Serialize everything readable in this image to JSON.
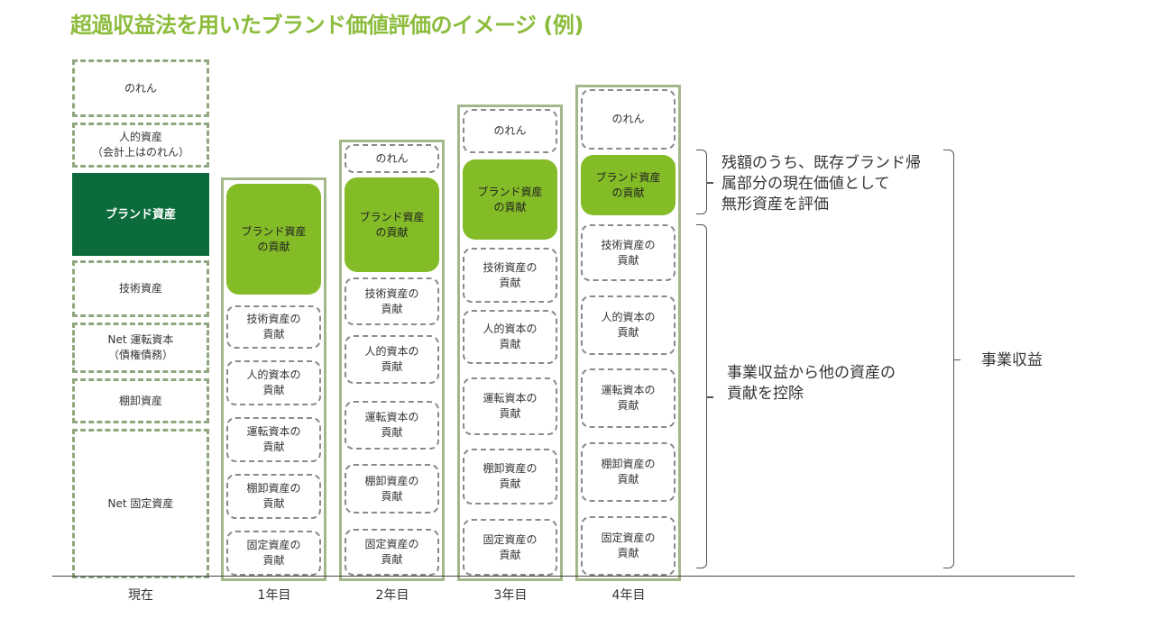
{
  "title": "超過収益法を用いたブランド価値評価のイメージ (例)",
  "current_column": {
    "label": "現在",
    "items": [
      "のれん",
      "人的資産\n（会計上はのれん）",
      "ブランド資産",
      "技術資産",
      "Net 運転資本\n（債権債務）",
      "棚卸資産",
      "Net 固定資産"
    ]
  },
  "years": [
    {
      "label": "1年目",
      "items": [
        "ブランド資産\nの貢献",
        "技術資産の\n貢献",
        "人的資本の\n貢献",
        "運転資本の\n貢献",
        "棚卸資産の\n貢献",
        "固定資産の\n貢献"
      ]
    },
    {
      "label": "2年目",
      "items": [
        "のれん",
        "ブランド資産\nの貢献",
        "技術資産の\n貢献",
        "人的資本の\n貢献",
        "運転資本の\n貢献",
        "棚卸資産の\n貢献",
        "固定資産の\n貢献"
      ]
    },
    {
      "label": "3年目",
      "items": [
        "のれん",
        "ブランド資産\nの貢献",
        "技術資産の\n貢献",
        "人的資本の\n貢献",
        "運転資本の\n貢献",
        "棚卸資産の\n貢献",
        "固定資産の\n貢献"
      ]
    },
    {
      "label": "4年目",
      "items": [
        "のれん",
        "ブランド資産\nの貢献",
        "技術資産の\n貢献",
        "人的資本の\n貢献",
        "運転資本の\n貢献",
        "棚卸資産の\n貢献",
        "固定資産の\n貢献"
      ]
    }
  ],
  "annotations": {
    "brand_note": "残額のうち、既存ブランド帰\n属部分の現在価値として\n無形資産を評価",
    "deduct_note": "事業収益から他の資産の\n貢献を控除",
    "total_note": "事業収益"
  },
  "colors": {
    "title": "#8cbc3c",
    "brand_dark": "#0b6b3a",
    "brand_light": "#84bc27",
    "frame": "#a3b88a"
  }
}
